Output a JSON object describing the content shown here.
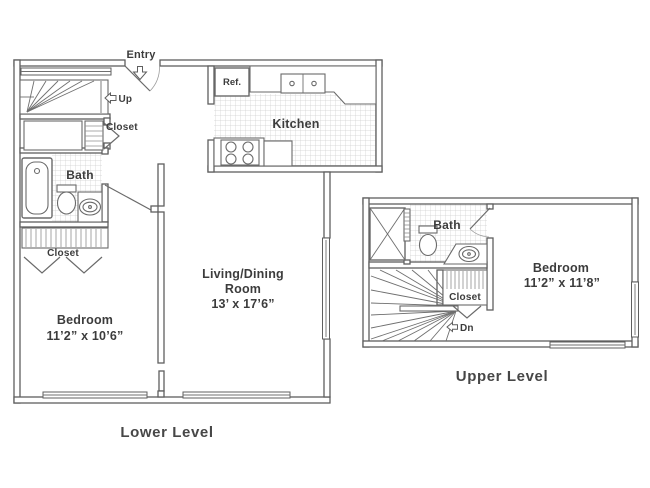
{
  "document": {
    "type": "apartment floor plan",
    "colors": {
      "background": "#ffffff",
      "wall_line": "#5f5f5f",
      "fixture_line": "#6a6a6a",
      "tile_line": "#cfcfcf",
      "label_text": "#3c3c3c"
    }
  },
  "lower_level": {
    "caption": "Lower Level",
    "entry_label": "Entry",
    "up_label": "Up",
    "stairs_closet_label": "Closet",
    "bath_label": "Bath",
    "bedroom_closet_label": "Closet",
    "kitchen_label": "Kitchen",
    "ref_label": "Ref.",
    "bedroom": {
      "name": "Bedroom",
      "dims": "11’2” x 10’6”"
    },
    "living": {
      "line1": "Living/Dining",
      "line2": "Room",
      "dims": "13’ x 17’6”"
    }
  },
  "upper_level": {
    "caption": "Upper Level",
    "bath_label": "Bath",
    "closet_label": "Closet",
    "dn_label": "Dn",
    "bedroom": {
      "name": "Bedroom",
      "dims": "11’2” x 11’8”"
    }
  }
}
